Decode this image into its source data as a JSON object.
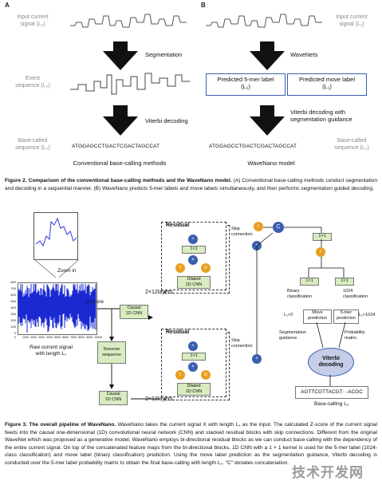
{
  "fig2": {
    "panel_a": {
      "letter": "A",
      "input_label": "Input current\nsignal (L₁)",
      "step1": "Segmentation",
      "event_label": "Event\nsequence (L₀)",
      "step2": "Viterbi decoding",
      "basecalled_label": "Base-called\nsequence (L₂)",
      "sequence": "ATGGAGCCTGACTCGACTAGCCAT",
      "title": "Conventional base-calling methods"
    },
    "panel_b": {
      "letter": "B",
      "input_label": "Input current\nsignal (L₁)",
      "step1": "WaveNets",
      "box1": "Predicted 5-mer label\n(L₁)",
      "box2": "Predicted move label\n(L₁)",
      "step2": "Viterbi decoding with\nsegmentation guidance",
      "basecalled_label": "Base-called\nsequence (L₂)",
      "sequence": "ATGGAGCCTGACTCGACTAGCCAT",
      "title": "WaveNano model"
    },
    "caption_head": "Figure 2.   Comparison of the conventional base-calling methods and the WaveNano model.",
    "caption_body": " (A) Conventional base-calling methods conduct segmentation and decoding in a sequential manner. (B) WaveNano predicts 5-mer labels and move labels simultaneously, and then performs segmentation guided decoding."
  },
  "fig3": {
    "zoom_in": "Zoom in",
    "raw_label": "Raw current signal\nwith length L₁",
    "zscore": "Z-score",
    "causal1": "Causal\n1D CNN",
    "reverse": "Reverse\nsequence",
    "causal2": "Causal\n1D CNN",
    "residual": "Residual",
    "residual2": "Residual",
    "skip1": "Skip\nconnection",
    "skip2": "Skip\nconnection",
    "dilated1": "Dilated\n1D CNN",
    "dilated2": "Dilated\n1D CNN",
    "layers1": "2×12layers",
    "layers2": "2×12layers",
    "conv": "1×1",
    "binary": "Binary\nclassification",
    "kclass": "1024\nclassification",
    "move": "Move\nprediction",
    "kmer": "5-mer\nprediction",
    "l1x2": "L₁×2",
    "l1x1024": "L₁×1024",
    "seg_guid": "Segmentation\nguidance",
    "prob": "Probability\nmatrix",
    "viterbi": "Viterbi\ndecoding",
    "result": "AGTTCGTTACGT···ACGC",
    "basecall": "Base-calling L₂",
    "c_label": "C",
    "plot_yticks": [
      "800",
      "700",
      "600",
      "500",
      "400",
      "300",
      "200",
      "100",
      "0"
    ],
    "plot_xticks": [
      "0",
      "1000",
      "2000",
      "3000",
      "4000",
      "5000",
      "6000",
      "7000",
      "8000",
      "9000",
      "10000"
    ]
  },
  "fig3_caption": {
    "head": "Figure 3.   The overall pipeline of WaveNano.",
    "body": " WaveNano takes the current signal X with length L₁ as the input. The calculated Z-score of the current signal feeds into the causal one-dimensional (1D) convolutional neural network (CNN) and stacked residual blocks with skip connections. Different from the original WaveNet which was proposed as a generative model, WaveNano employs bi-directional residual blocks as we can conduct base-calling with the dependency of the entire current signal. On top of the concatenated feature maps from the bi-directional blocks, 1D CNN with a 1 × 1 kernel is used for the 5-mer label (1024-class classification) and move label (binary classification) prediction. Using the move label prediction as the segmentation guidance, Viterbi decoding is conducted over the 5-mer label probability matrix to obtain the final base-calling with length L₂. \"C\" donates concatenation."
  },
  "watermark": "技术开发网",
  "colors": {
    "blue": "#3a5fb0",
    "orange": "#e8a020",
    "green_box": "#d8ecc0",
    "signal": "#1a2ad0",
    "viterbi": "#c5cde8"
  }
}
